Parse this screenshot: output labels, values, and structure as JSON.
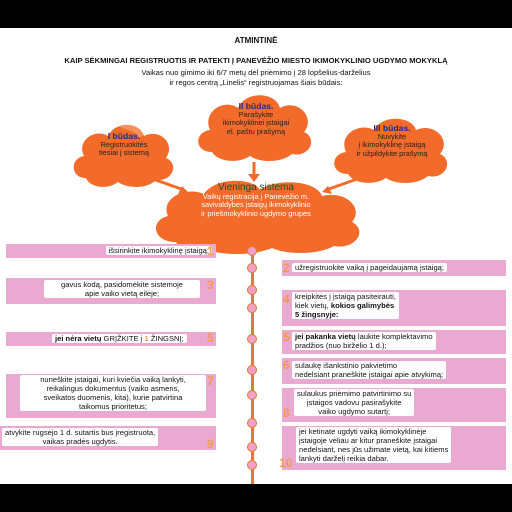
{
  "header": {
    "title": "ATMINTINĖ",
    "subtitle": "KAIP SĖKMINGAI REGISTRUOTIS IR PATEKTI Į PANEVĖŽIO MIESTO IKIMOKYKLINIO UGDYMO MOKYKLĄ",
    "intro_line1": "Vaikas nuo gimimo iki 6/7 metų dėl priėmimo į 28 lopšelius-darželius",
    "intro_line2": "ir regos centrą „Linelis“ registruojamas šiais būdais:"
  },
  "ways": [
    {
      "title": "I būdas.",
      "lines": [
        "Registruokitės",
        "tiesiai į sistemą"
      ]
    },
    {
      "title": "II būdas.",
      "lines": [
        "Parašykite",
        "ikimokyklinei įstaigai",
        "el. paštu prašymą"
      ]
    },
    {
      "title": "III būdas.",
      "lines": [
        "Nuvykite",
        "į ikimokyklinę įstaigą",
        "ir užpildykite prašymą"
      ]
    }
  ],
  "central": {
    "title": "Vieninga sistema",
    "lines": [
      "Vaikų registracija į Panevėžio m.",
      "savivaldybės  įstaigų ikimokyklinio",
      "ir priešmokyklinio ugdymo grupes"
    ]
  },
  "steps": {
    "s1": "išsirinkite ikimokyklinę įstaigą;",
    "s2": "užregistruokite vaiką į pageidaujamą įstaigą;",
    "s3_l1": "gavus kodą, pasidomėkite sistemoje",
    "s3_l2": "apie vaiko vietą eilėje;",
    "s4_l1": "kreipkitės į įstaigą pasiteirauti,",
    "s4_l2_a": "kiek vietų, ",
    "s4_l2_b": "kokios galimybės",
    "s4_l3": "5 žingsnyje:",
    "s5l_a": "jei nėra vietų",
    "s5l_b": "  GRĮŽKITE į ",
    "s5l_c": "1",
    "s5l_d": " ŽINGSNĮ;",
    "s5r_a": "jei pakanka vietų",
    "s5r_b": "  laukite komplektavimo",
    "s5r_l2": "pradžios (nuo birželio 1 d.);",
    "s6_l1": "sulaukę išankstinio pakvietimo",
    "s6_l2": "nedelsiant praneškite įstaigai apie atvykimą;",
    "s7_l1": "nuneškite įstaigai, kuri kviečia vaiką lankyti,",
    "s7_l2": "reikalingus dokumentus (vaiko asmens,",
    "s7_l3": "sveikatos duomenis, kita), kurie patvirtina",
    "s7_l4": "taikomus prioritetus;",
    "s8_l1": "sulaukus priėmimo patvirtinimo  su",
    "s8_l2": "įstaigos vadovu pasirašykite",
    "s8_l3": "vaiko ugdymo sutartį;",
    "s9_l1": "atvykite rugsėjo 1 d.  sutartis bus įregistruota,",
    "s9_l2": "vaikas pradės ugdytis.",
    "s10_l1": "jei ketinate ugdyti vaiką ikimokyklinėje",
    "s10_l2": "įstaigoje vėliau ar kitur  praneškite įstaigai",
    "s10_l3": "nedelsiant, nes jūs užimate vietą, kai kitiems",
    "s10_l4": "lankyti darželį reikia dabar."
  },
  "numbers": [
    "1",
    "2",
    "3",
    "4",
    "5",
    "5",
    "6",
    "7",
    "8",
    "9",
    "10"
  ],
  "colors": {
    "orange": "#f26b2a",
    "bar": "#e9a9d0",
    "number": "#f2994a",
    "line": "#e07a3a",
    "title_blue": "#1a2b8c",
    "central_title": "#1a4d2a"
  }
}
